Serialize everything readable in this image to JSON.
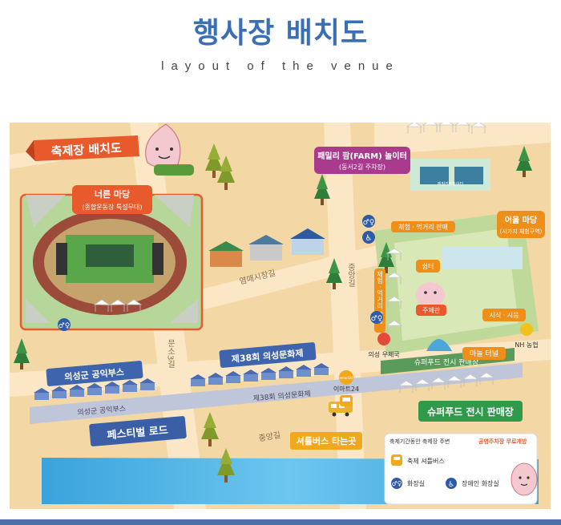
{
  "header": {
    "title": "행사장 배치도",
    "subtitle": "layout of the venue"
  },
  "map": {
    "banner": "축제장 배치도",
    "stage": {
      "name": "너른 마당",
      "sub": "(종합운동장 특설무대)"
    },
    "farm": {
      "name": "패밀리 팜(FARM) 놀이터",
      "sub": "(동서2길 주차장)"
    },
    "farm_sign": "패밀리팜놀이터",
    "yard": {
      "name": "어울 마당",
      "sub": "(시가지 체험구역)"
    },
    "food_top": "체험 · 먹거리 판매",
    "food_side": "체험 · 먹거리 판매",
    "jumak": "쉼터",
    "jumak_tent": "주제관",
    "sisik": "시식 · 시음",
    "tunnel": "마늘 터널",
    "superfood_lane": "슈퍼푸드 전시 판매장",
    "superfood_label": "슈퍼푸드 전시 판매장",
    "cultural_label": "제38회 의성문화제",
    "cultural_road": "제38회 의성문화제",
    "gov_label": "의성군 공익부스",
    "gov_road": "의성군 공익부스",
    "festival_road": "페스티벌 로드",
    "shuttle_stop": "셔틀버스 타는곳",
    "street_yeommae": "염매시장길",
    "street_jungang_top": "중앙길",
    "street_jungang_bottom": "중앙길",
    "street_munso": "문소3길",
    "post_office": "의성 우체국",
    "emart": "이마트24",
    "emart_sign": "emart24",
    "nh": "NH 농협",
    "legend": {
      "note_prefix": "축제기간동안 축제장 주변",
      "note_highlight": "공영주차장 무료개방",
      "shuttle": "축제 셔틀버스",
      "restroom": "화장실",
      "accessible": "장애인 화장실"
    }
  },
  "colors": {
    "title": "#3a6fb5",
    "map_bg": "#f3d7a4",
    "road": "#fbe7c6",
    "stage_label": "#e8592b",
    "superfood": "#2f9a4a",
    "cultural": "#3f64ae",
    "farm": "#a93a8e",
    "yard": "#ee8f1a",
    "highlight": "#f2a81c"
  }
}
